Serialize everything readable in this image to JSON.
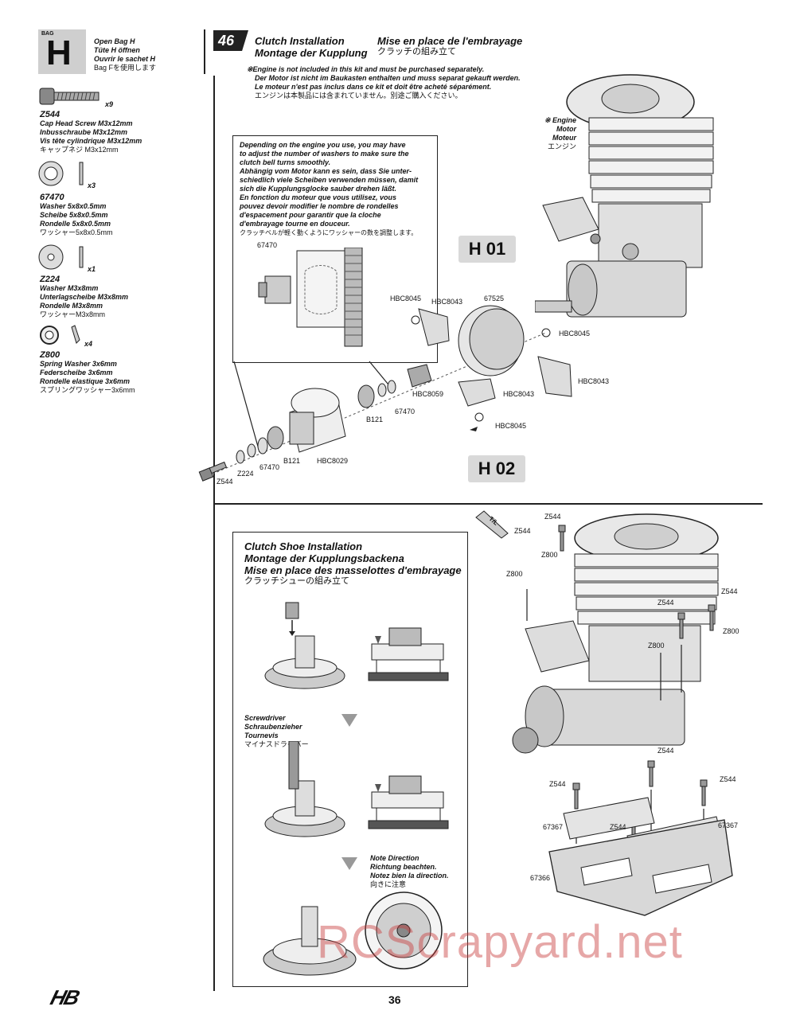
{
  "bag": {
    "label": "BAG",
    "letter": "H",
    "lines": [
      "Open Bag H",
      "Tüte H öffnen",
      "Ouvrir le sachet H",
      "Bag Fを使用します"
    ]
  },
  "parts": [
    {
      "code": "Z544",
      "qty": "x9",
      "names": [
        "Cap Head Screw M3x12mm",
        "Inbusschraube M3x12mm",
        "Vis tête cylindrique M3x12mm",
        "キャップネジ M3x12mm"
      ],
      "icon": "cap-head-screw-icon"
    },
    {
      "code": "67470",
      "qty": "x3",
      "names": [
        "Washer 5x8x0.5mm",
        "Scheibe 5x8x0.5mm",
        "Rondelle 5x8x0.5mm",
        "ワッシャー5x8x0.5mm"
      ],
      "icon": "washer-icon"
    },
    {
      "code": "Z224",
      "qty": "x1",
      "names": [
        "Washer M3x8mm",
        "Unterlagscheibe M3x8mm",
        "Rondelle M3x8mm",
        "ワッシャーM3x8mm"
      ],
      "icon": "washer-icon"
    },
    {
      "code": "Z800",
      "qty": "x4",
      "names": [
        "Spring Washer 3x6mm",
        "Federscheibe 3x6mm",
        "Rondelle elastique 3x6mm",
        "スプリングワッシャー3x6mm"
      ],
      "icon": "spring-washer-icon"
    }
  ],
  "step": {
    "number": "46",
    "title_en": "Clutch Installation",
    "title_de": "Montage der Kupplung",
    "title_fr": "Mise en place de l'embrayage",
    "title_jp": "クラッチの組み立て",
    "note": [
      "※Engine is not included in this kit and must be purchased separately.",
      "Der Motor ist nicht im Baukasten enthalten und muss separat gekauft werden.",
      "Le moteur n'est pas inclus dans ce kit et doit être acheté séparément.",
      "エンジンは本製品には含まれていません。別途ご購入ください。"
    ]
  },
  "engine_label": [
    "※ Engine",
    "Motor",
    "Moteur",
    "エンジン"
  ],
  "washer_note": [
    "Depending on the engine you use, you may have",
    "to adjust the number of washers to make sure the",
    "clutch bell turns smoothly.",
    "Abhängig vom Motor kann es sein, dass Sie unter-",
    "schiedlich viele Scheiben verwenden müssen, damit",
    "sich die Kupplungsglocke sauber drehen läßt.",
    "En fonction du moteur que vous utilisez, vous",
    "pouvez devoir modifier le nombre de rondelles",
    "d'espacement pour garantir que la cloche",
    "d'embrayage tourne en douceur.",
    "クラッチベルが軽く動くようにワッシャーの数を調整します。"
  ],
  "sub_steps": {
    "h01": "H 01",
    "h02": "H 02"
  },
  "h01_labels": {
    "p67470_top": "67470",
    "hbc8045_a": "HBC8045",
    "hbc8043_a": "HBC8043",
    "p67525": "67525",
    "hbc8045_b": "HBC8045",
    "hbc8043_b": "HBC8043",
    "hbc8059": "HBC8059",
    "hbc8043_c": "HBC8043",
    "p67470_mid": "67470",
    "b121_a": "B121",
    "hbc8045_c": "HBC8045",
    "b121_b": "B121",
    "hbc8029": "HBC8029",
    "z224": "Z224",
    "p67470_low": "67470",
    "z544": "Z544"
  },
  "clutch_shoe": {
    "title": [
      "Clutch Shoe Installation",
      "Montage der Kupplungsbackena",
      "Mise en place des masselottes d'embrayage",
      "クラッチシューの組み立て"
    ],
    "screwdriver": [
      "Screwdriver",
      "Schraubenzieher",
      "Tournevis",
      "マイナスドライバー"
    ],
    "note_direction": [
      "Note Direction",
      "Richtung beachten.",
      "Notez bien la direction.",
      "向きに注意"
    ]
  },
  "h02_labels": {
    "z544_1": "Z544",
    "z544_2": "Z544",
    "z800_1": "Z800",
    "z800_2": "Z800",
    "z544_3": "Z544",
    "z544_4": "Z544",
    "z800_3": "Z800",
    "z800_4": "Z800",
    "z544_5": "Z544",
    "z544_6": "Z544",
    "z544_7": "Z544",
    "z544_8": "Z544",
    "p67367_a": "67367",
    "p67367_b": "67367",
    "p67366": "67366",
    "tl": "T/L"
  },
  "footer": {
    "page_number": "36",
    "logo": "HB",
    "watermark": "RCScrapyard.net"
  },
  "colors": {
    "badge_gray": "#d9d9d9",
    "watermark": "#c83c3c",
    "line": "#222222"
  }
}
